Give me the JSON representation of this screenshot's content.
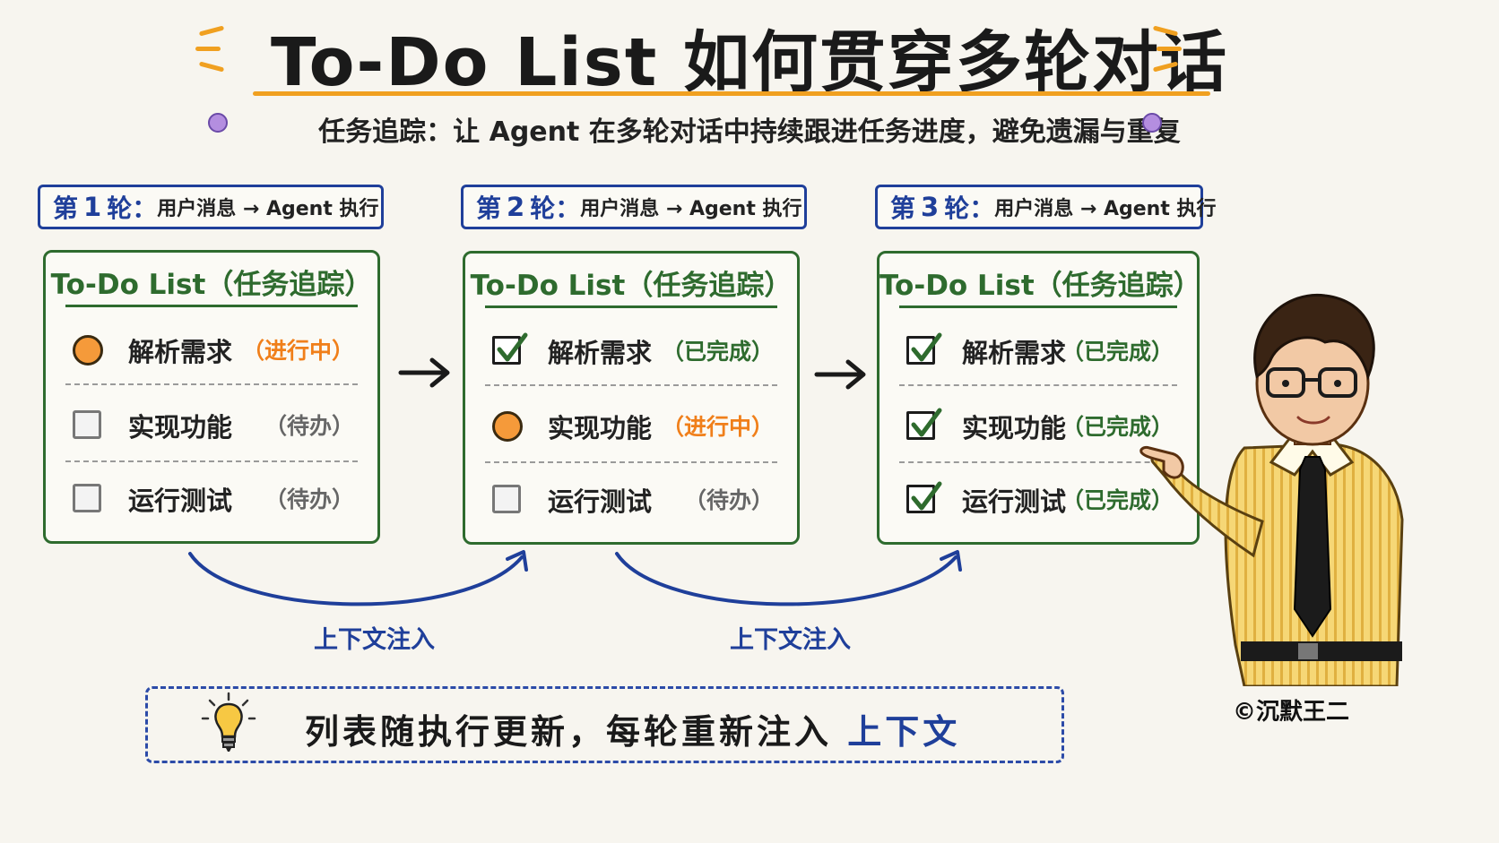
{
  "title": "To-Do List 如何贯穿多轮对话",
  "subtitle": "任务追踪：让 Agent 在多轮对话中持续跟进任务进度，避免遗漏与重复",
  "rounds": [
    {
      "label_prefix": "第",
      "number": "1",
      "label_suffix": "轮：",
      "description": "用户消息 → Agent 执行",
      "card_title": "To-Do List（任务追踪）",
      "tasks": [
        {
          "name": "解析需求",
          "status": "（进行中）",
          "state": "doing"
        },
        {
          "name": "实现功能",
          "status": "（待办）",
          "state": "todo"
        },
        {
          "name": "运行测试",
          "status": "（待办）",
          "state": "todo"
        }
      ]
    },
    {
      "label_prefix": "第",
      "number": "2",
      "label_suffix": "轮：",
      "description": "用户消息 → Agent 执行",
      "card_title": "To-Do List（任务追踪）",
      "tasks": [
        {
          "name": "解析需求",
          "status": "（已完成）",
          "state": "done"
        },
        {
          "name": "实现功能",
          "status": "（进行中）",
          "state": "doing"
        },
        {
          "name": "运行测试",
          "status": "（待办）",
          "state": "todo"
        }
      ]
    },
    {
      "label_prefix": "第",
      "number": "3",
      "label_suffix": "轮：",
      "description": "用户消息 → Agent 执行",
      "card_title": "To-Do List（任务追踪）",
      "tasks": [
        {
          "name": "解析需求",
          "status": "（已完成）",
          "state": "done"
        },
        {
          "name": "实现功能",
          "status": "（已完成）",
          "state": "done"
        },
        {
          "name": "运行测试",
          "status": "（已完成）",
          "state": "done"
        }
      ]
    }
  ],
  "context_arrows": [
    {
      "label": "上下文注入"
    },
    {
      "label": "上下文注入"
    }
  ],
  "footer": {
    "text": "列表随执行更新，每轮重新注入",
    "highlight": "上下文",
    "icon": "lightbulb-icon"
  },
  "copyright": "©沉默王二",
  "colors": {
    "accent_orange": "#f0a020",
    "navy": "#1f3f9a",
    "green": "#2e6b2e",
    "doing": "#f59a3a"
  }
}
